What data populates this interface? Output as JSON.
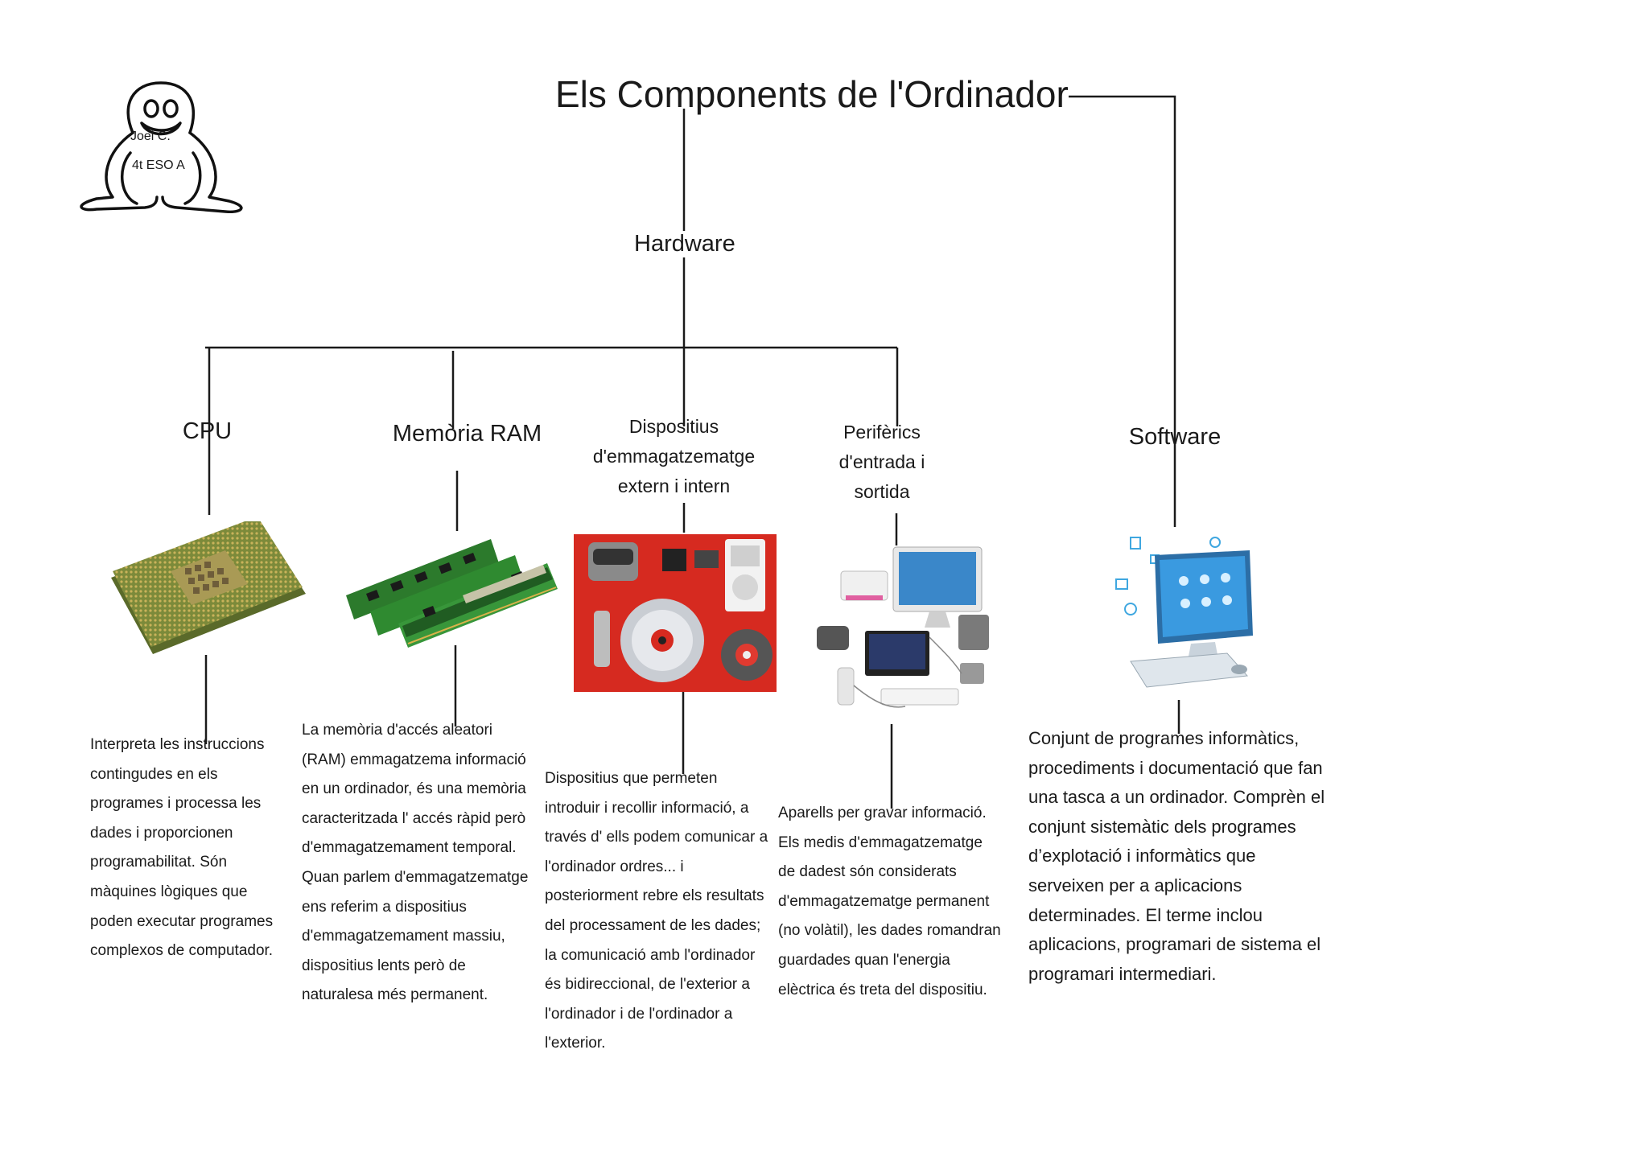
{
  "title": "Els Components de l'Ordinador",
  "author": {
    "name": "Joel C.",
    "class": "4t ESO A"
  },
  "hardware": {
    "label": "Hardware"
  },
  "software": {
    "label": "Software",
    "description": "Conjunt de programes informàtics, procediments i documentació que fan una tasca a un ordinador. Comprèn el conjunt sistemàtic dels programes d’explotació i informàtics que serveixen per a aplicacions determinades. El terme inclou aplicacions, programari de sistema el programari intermediari."
  },
  "components": [
    {
      "label": "CPU",
      "image": "cpu-chip",
      "description": "Interpreta les instruccions contingudes en els programes i processa les dades i proporcionen programabilitat. Són màquines lògiques que poden executar programes complexos de computador."
    },
    {
      "label": "Memòria RAM",
      "image": "ram-modules",
      "description": "La memòria d'accés aleatori (RAM) emmagatzema informació en un ordinador, és una memòria caracteritzada l' accés ràpid però d'emmagatzemament temporal. Quan parlem d'emmagatzematge ens referim a dispositius d'emmagatzemament massiu, dispositius lents però de naturalesa més permanent."
    },
    {
      "label": "Dispositius d'emmagatzematge extern i intern",
      "image": "storage-devices",
      "description": "Dispositius que permeten introduir i recollir informació, a través d' ells podem comunicar a l'ordinador ordres... i posteriorment rebre els resultats del processament de les dades; la comunicació amb l'ordinador és bidireccional, de l'exterior a l'ordinador i de l'ordinador a l'exterior."
    },
    {
      "label": "Perifèrics d'entrada i sortida",
      "image": "peripherals",
      "description": "Aparells per gravar informació. Els medis d'emmagatzematge de dadest són considerats d'emmagatzematge permanent (no volàtil), les dades romandran guardades quan l'energia elèctrica és treta del dispositiu."
    }
  ],
  "colors": {
    "line": "#1a1a1a",
    "storage_bg": "#d62a20",
    "pcb": "#2f7d2f",
    "screen": "#3a87c9"
  }
}
